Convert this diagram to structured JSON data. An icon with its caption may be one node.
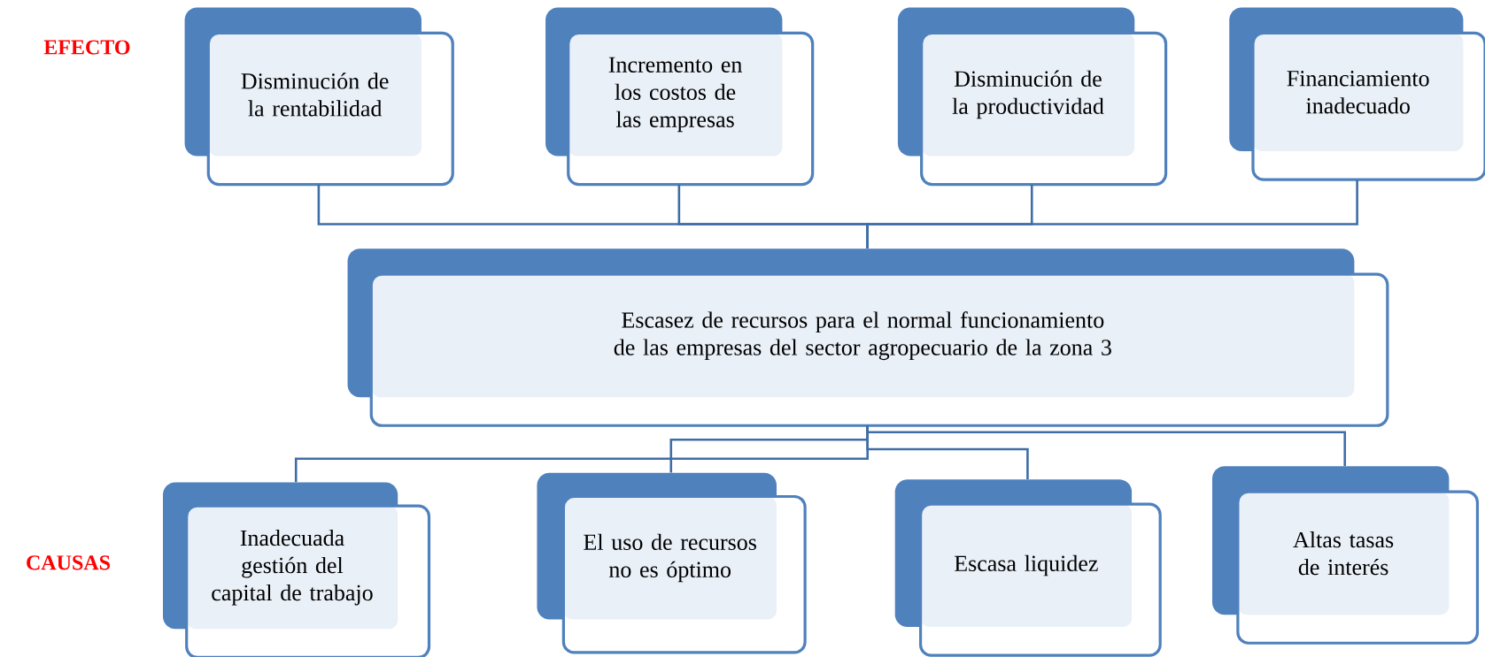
{
  "diagram": {
    "nodes": [
      {
        "text": [
          "Disminución de la rentabilidad"
        ]
      },
      {
        "text": [
          "Incremento en los costos de las empresas"
        ]
      },
      {
        "text": [
          "Disminución de la productividad"
        ]
      },
      {
        "text": [
          "Financiamiento inadecuado"
        ]
      },
      {
        "text": [
          "Escasez de recursos para el normal funcionamiento de las empresas del sector agropecuario de la zona 3"
        ]
      },
      {
        "text": [
          "Inadecuada gestión del capital de trabajo"
        ]
      },
      {
        "text": [
          "El uso de recursos no es óptimo"
        ]
      },
      {
        "text": [
          "Escasa liquidez"
        ]
      },
      {
        "text": [
          "Altas tasas de interés"
        ]
      }
    ],
    "edges": [
      {
        "from": 0,
        "to": 4,
        "arrow": "none"
      },
      {
        "from": 1,
        "to": 4,
        "arrow": "none"
      },
      {
        "from": 2,
        "to": 4,
        "arrow": "none"
      },
      {
        "from": 3,
        "to": 4,
        "arrow": "none"
      },
      {
        "from": 4,
        "to": 5,
        "arrow": "none"
      },
      {
        "from": 4,
        "to": 6,
        "arrow": "none"
      },
      {
        "from": 4,
        "to": 7,
        "arrow": "none"
      },
      {
        "from": 4,
        "to": 8,
        "arrow": "none"
      }
    ],
    "labels": [
      "EFECTO",
      "CAUSAS"
    ]
  }
}
